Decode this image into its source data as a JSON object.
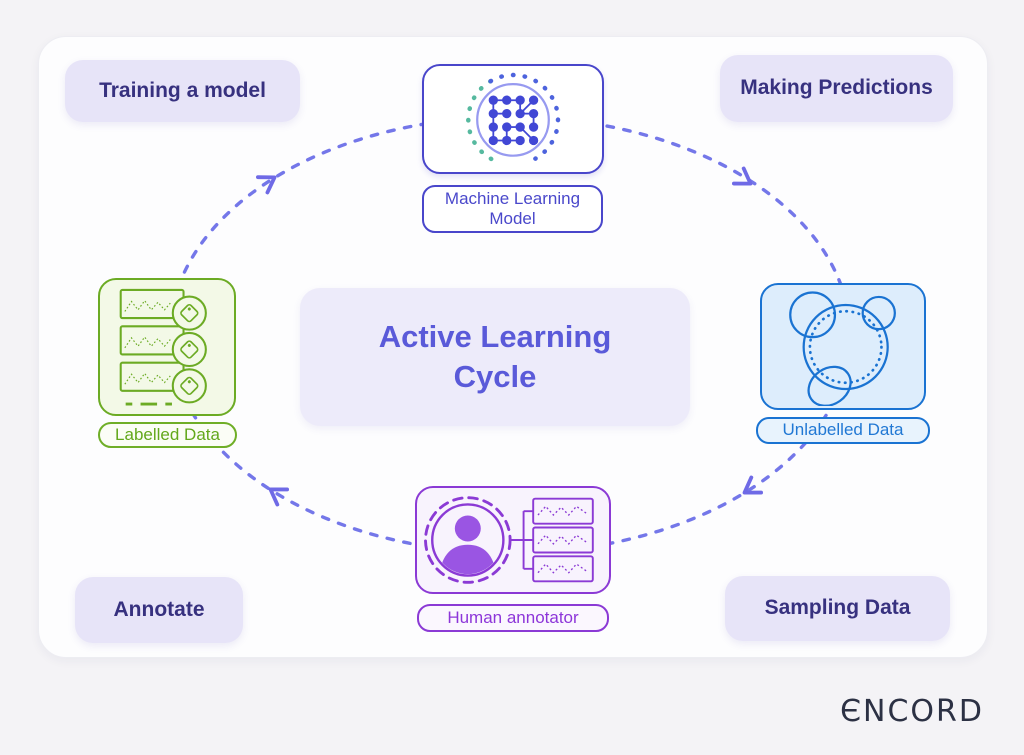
{
  "center": {
    "title": "Active Learning Cycle"
  },
  "corners": {
    "training": "Training a model",
    "predictions": "Making Predictions",
    "annotate": "Annotate",
    "sampling": "Sampling Data"
  },
  "nodes": {
    "ml_model": {
      "label": "Machine Learning Model",
      "icon": "neural-network-icon"
    },
    "unlabelled": {
      "label": "Unlabelled Data",
      "icon": "data-clusters-icon"
    },
    "human": {
      "label": "Human annotator",
      "icon": "person-with-annotations-icon"
    },
    "labelled": {
      "label": "Labelled Data",
      "icon": "tagged-data-list-icon"
    }
  },
  "cycle": {
    "direction": "clockwise",
    "arrow_count": 4,
    "style": "dashed-ellipse"
  },
  "logo": {
    "text": "ЄNCORD"
  },
  "colors": {
    "page_bg": "#f4f3f6",
    "card_bg": "#fdfdfe",
    "pill_bg": "#e7e4f8",
    "pill_text": "#37317f",
    "center_bg": "#edebfa",
    "center_text": "#5a5ad9",
    "arc_dash": "#7477e9",
    "ml_accent": "#4946cb",
    "unlabelled_accent": "#1a73d2",
    "human_accent": "#8b3ad5",
    "labelled_accent": "#6cab24",
    "ring_teal": "#56b99f",
    "ring_blue": "#4d63dd",
    "logo_text": "#2c3144"
  }
}
